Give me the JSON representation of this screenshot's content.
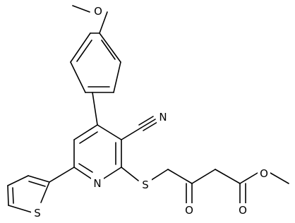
{
  "atoms": {
    "methoxy_oxygen": "O",
    "nitrile_nitrogen": "N",
    "ring_nitrogen": "N",
    "thioether_sulfur": "S",
    "thiophene_sulfur": "S",
    "ester_ether_oxygen": "O",
    "ketone_oxygen": "O",
    "ester_carbonyl_oxygen": "O"
  },
  "colors": {
    "bond": "#000000",
    "label": "#000000",
    "background": "#ffffff"
  }
}
